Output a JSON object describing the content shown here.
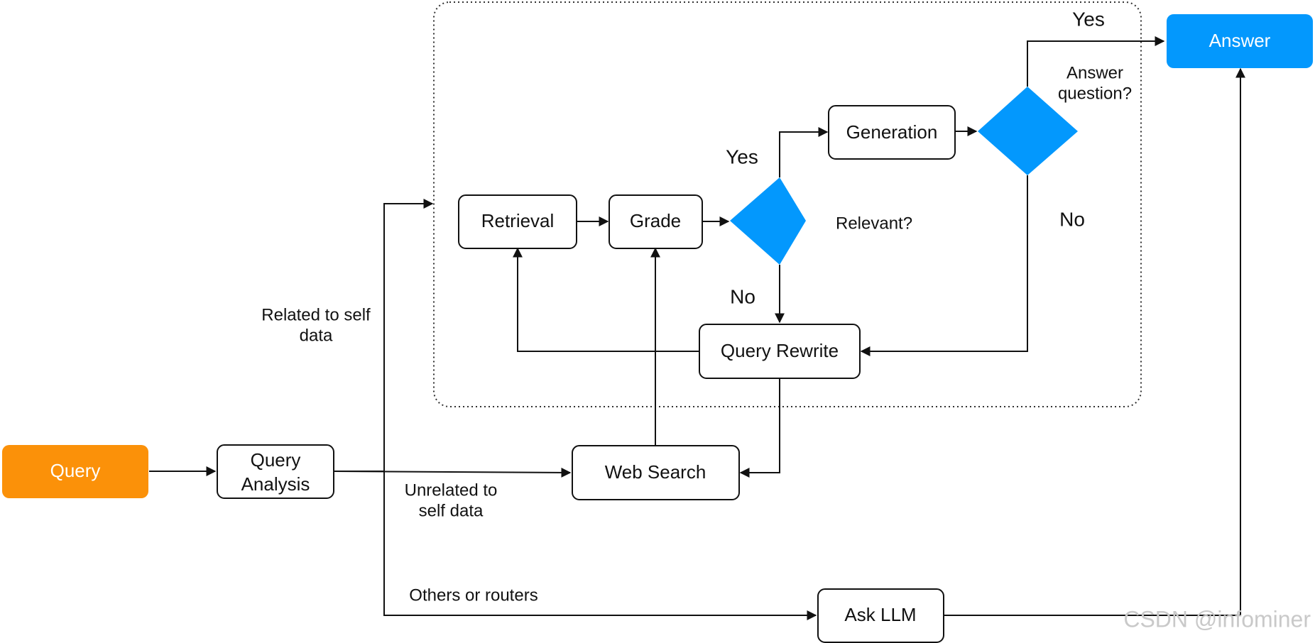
{
  "colors": {
    "query_node": "#fb9109",
    "answer_node": "#0398fd",
    "decision_diamond": "#0398fd"
  },
  "nodes": {
    "query": "Query",
    "query_analysis_line1": "Query",
    "query_analysis_line2": "Analysis",
    "retrieval": "Retrieval",
    "grade": "Grade",
    "generation": "Generation",
    "query_rewrite": "Query Rewrite",
    "web_search": "Web Search",
    "ask_llm": "Ask LLM",
    "answer": "Answer"
  },
  "decisions": {
    "relevant": "Relevant?",
    "answer_question_line1": "Answer",
    "answer_question_line2": "question?"
  },
  "edge_labels": {
    "yes_relevant": "Yes",
    "no_relevant": "No",
    "yes_answer": "Yes",
    "no_answer": "No",
    "related_line1": "Related to self",
    "related_line2": "data",
    "unrelated_line1": "Unrelated to",
    "unrelated_line2": "self data",
    "others": "Others or routers"
  },
  "watermark": "CSDN @infominer"
}
